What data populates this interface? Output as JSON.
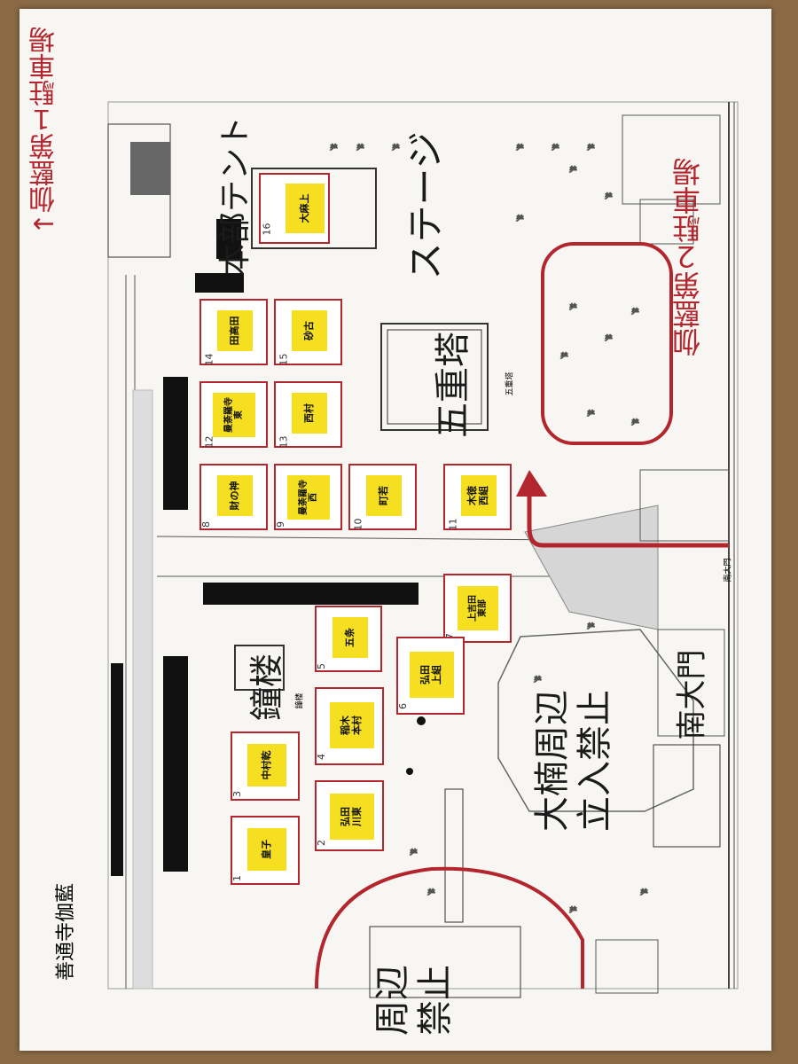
{
  "map": {
    "parking_1": "↑伽藍第１駐車場",
    "parking_2": "伽藍第２駐車場",
    "honbu_tent": "本部テント",
    "stage": "ステージ",
    "pagoda": "五重塔",
    "pagoda_small": "五重塔",
    "bell_tower": "鐘楼",
    "bell_tower_small": "鐘楼",
    "camphor_restriction": "大楠周辺\n立入禁止",
    "nandaimon": "南大門",
    "nandaimon_small": "南大門",
    "temple_name": "善通寺伽藍",
    "lower_restriction": "周辺\n禁止",
    "booths": [
      {
        "no": "1",
        "name": "皇子"
      },
      {
        "no": "2",
        "name": "弘田\n川東"
      },
      {
        "no": "3",
        "name": "中村乾"
      },
      {
        "no": "4",
        "name": "稲木\n本村"
      },
      {
        "no": "5",
        "name": "五条"
      },
      {
        "no": "6",
        "name": "弘田\n上組"
      },
      {
        "no": "7",
        "name": "上吉田\n東部"
      },
      {
        "no": "8",
        "name": "財の神"
      },
      {
        "no": "9",
        "name": "曼荼羅寺\n西"
      },
      {
        "no": "10",
        "name": "町若"
      },
      {
        "no": "11",
        "name": "木徳\n西組"
      },
      {
        "no": "12",
        "name": "曼荼羅寺\n東"
      },
      {
        "no": "13",
        "name": "西村"
      },
      {
        "no": "14",
        "name": "田高田"
      },
      {
        "no": "15",
        "name": "砂古"
      },
      {
        "no": "16",
        "name": "大麻上"
      }
    ]
  },
  "colors": {
    "accent_red": "#b3262e",
    "sticker_yellow": "#f5df20"
  }
}
